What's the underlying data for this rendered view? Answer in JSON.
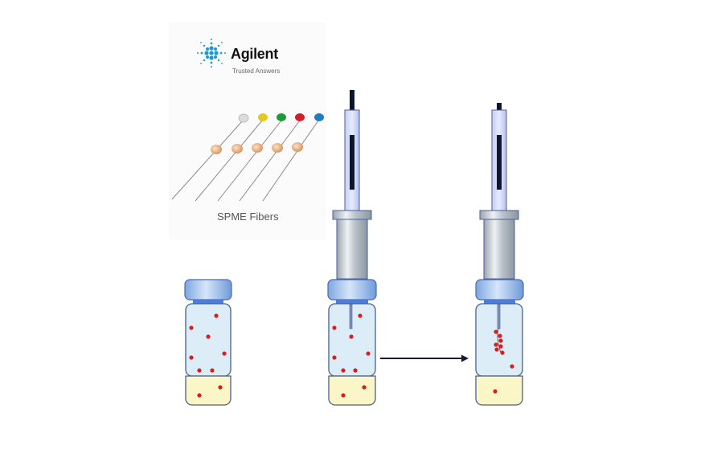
{
  "logo": {
    "brand": "Agilent",
    "tagline": "Trusted Answers",
    "icon": "agilent-spark-icon",
    "color": "#1a9ad6"
  },
  "fibers": {
    "label": "SPME Fibers",
    "hub_colors": [
      "#d8d8d8",
      "#e5c81a",
      "#1e9a3a",
      "#d21e28",
      "#1f7cc4"
    ],
    "collar_color": "#e6a670"
  },
  "stages": [
    {
      "name": "vial-sample",
      "has_syringe": false,
      "description": "Vial with headspace and liquid sample"
    },
    {
      "name": "vial-fiber-exposed",
      "has_syringe": true,
      "description": "SPME fiber inserted into vial headspace"
    },
    {
      "name": "vial-fiber-extracted",
      "has_syringe": true,
      "description": "Analytes adsorbed onto fiber"
    }
  ],
  "colors": {
    "headspace": "#dcedf8",
    "liquid": "#fbf6c8",
    "vial_outline": "#4a5f8a",
    "cap": "#8fb4e8",
    "analyte": "#d62020",
    "arrow": "#1a1a2e",
    "plunger": "#0d1530"
  }
}
